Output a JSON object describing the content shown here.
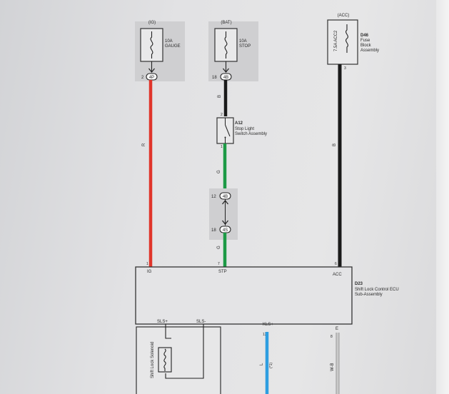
{
  "fuses": {
    "ig": {
      "tag": "(IG)",
      "rating": "10A",
      "name": "GAUGE",
      "pin": "2",
      "conn": "4P"
    },
    "bat": {
      "tag": "(BAT)",
      "rating": "10A",
      "name": "STOP",
      "pin": "18",
      "conn": "4B"
    },
    "acc": {
      "tag": "(ACC)",
      "rating": "7.5A ACC2",
      "code": "D46",
      "line1": "Fuse",
      "line2": "Block",
      "line3": "Assembly",
      "pin": "3"
    }
  },
  "switch": {
    "code": "A12",
    "line1": "Stop Light",
    "line2": "Switch Assembly",
    "pin_top": "2",
    "pin_bottom": "1"
  },
  "connectors": {
    "upper": {
      "pin": "12",
      "conn": "4B"
    },
    "lower": {
      "pin": "18",
      "conn": "4S"
    }
  },
  "wires": {
    "red_color": "R",
    "black_top_color": "B",
    "green_color": "G",
    "green_lower_color": "G",
    "acc_color": "B",
    "blue_color": "L",
    "blue_sub": "(*1)",
    "ground_color": "W-B"
  },
  "ecu": {
    "code": "D23",
    "line1": "Shift Lock Control ECU",
    "line2": "Sub-Assembly",
    "pin_ig_num": "1",
    "pin_ig": "IG",
    "pin_stp_num": "7",
    "pin_stp": "STP",
    "pin_acc_num": "6",
    "pin_acc": "ACC",
    "pin_sls_plus": "SLS+",
    "pin_sls_minus": "SLS-",
    "pin_kls_num": "12",
    "pin_kls": "KLS+",
    "pin_e_num": "8",
    "pin_e": "E"
  },
  "solenoid": {
    "label": "Shift Lock Solenoid"
  },
  "colors": {
    "red_wire": "#e0352b",
    "green_wire": "#1c9a45",
    "black_wire": "#1a1a1a",
    "blue_wire": "#2e9ee0",
    "ground_wire": "#c9c9c9"
  }
}
